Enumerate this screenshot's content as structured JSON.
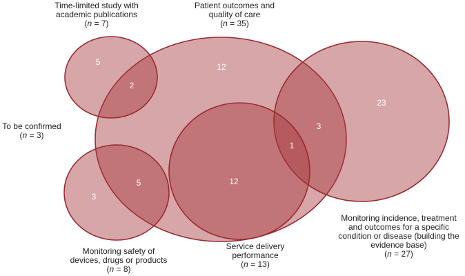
{
  "colors": {
    "fill": "#a63a3f",
    "stroke": "#9b2a30",
    "count_text": "#ffffff",
    "label_text": "#222222"
  },
  "sets": {
    "time_limited": {
      "line1": "Time-limited study with",
      "line2": "academic publications",
      "n": "7"
    },
    "patient_outcomes": {
      "line1": "Patient outcomes and",
      "line2": "quality of care",
      "n": "35"
    },
    "to_be_confirmed": {
      "line1": "To be confirmed",
      "n": "3"
    },
    "monitoring_safety": {
      "line1": "Monitoring safety of",
      "line2": "devices, drugs or products",
      "n": "8"
    },
    "service_delivery": {
      "line1": "Service delivery",
      "line2": "performance",
      "n": "13"
    },
    "monitoring_incidence": {
      "line1": "Monitoring incidence, treatment",
      "line2": "and outcomes for a specific",
      "line3": "condition or disease (building the",
      "line4": "evidence base)",
      "n": "27"
    }
  },
  "counts": {
    "time_limited_only": "5",
    "time_limited_patient": "2",
    "patient_only": "12",
    "incidence_only": "23",
    "patient_incidence": "3",
    "patient_service_incidence": "1",
    "patient_service": "12",
    "safety_only": "3",
    "safety_patient": "5"
  },
  "n_prefix": "n",
  "n_equals": " = "
}
